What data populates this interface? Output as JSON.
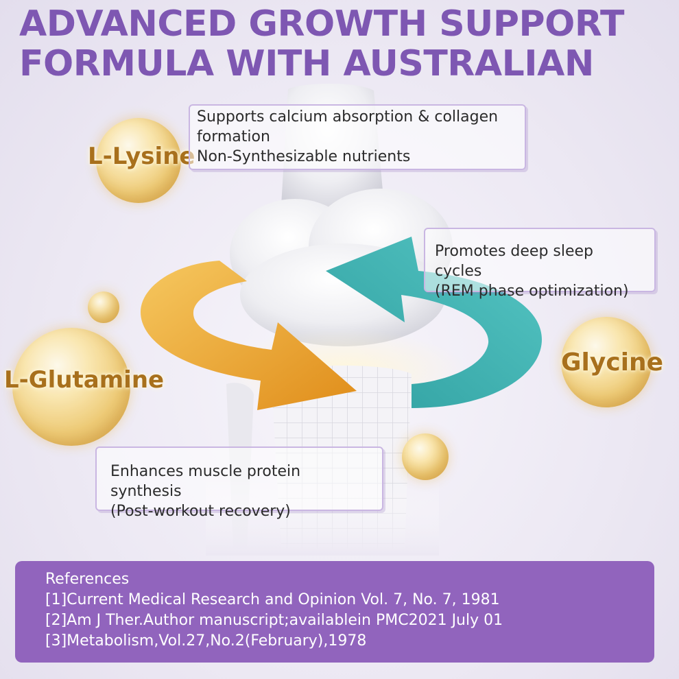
{
  "headline": {
    "line1": "ADVANCED GROWTH SUPPORT",
    "line2": "FORMULA WITH AUSTRALIAN"
  },
  "ingredients": [
    {
      "name": "L-Lysine",
      "benefit_lines": [
        "Supports calcium absorption & collagen",
        "formation",
        "Non-Synthesizable nutrients"
      ]
    },
    {
      "name": "Glycine",
      "benefit_lines": [
        "Promotes deep sleep cycles",
        "(REM phase optimization)"
      ]
    },
    {
      "name": "L-Glutamine",
      "benefit_lines": [
        "Enhances muscle protein synthesis",
        "(Post-workout recovery)"
      ]
    }
  ],
  "references": {
    "title": "References",
    "items": [
      "[1]Current Medical Research and Opinion Vol. 7, No. 7, 1981",
      "[2]Am J Ther.Author manuscript;availablein PMC2021 July 01",
      "[3]Metabolism,Vol.27,No.2(February),1978"
    ]
  },
  "colors": {
    "brand_purple": "#7e57b2",
    "reference_panel": "#9164bd",
    "arrow_orange": "#eba62a",
    "arrow_teal": "#3eb5b3",
    "ingredient_gold": "#a8701c"
  },
  "icons": [
    "knee-joint-illustration",
    "orange-rotation-arrow",
    "teal-rotation-arrow",
    "gold-nutrient-bubble"
  ]
}
